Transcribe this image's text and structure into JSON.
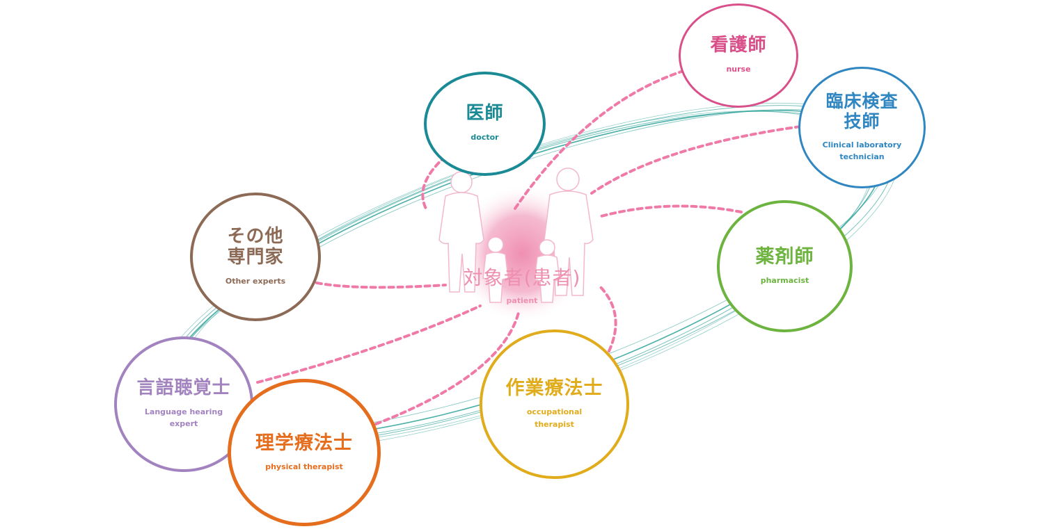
{
  "patient": {
    "ja": "対象者(患者)",
    "en": "patient",
    "color": "#ee8fb0"
  },
  "roles": {
    "doctor": {
      "ja": "医師",
      "en": "doctor",
      "color": "#1a8a95"
    },
    "nurse": {
      "ja": "看護師",
      "en": "nurse",
      "color": "#d94f8a"
    },
    "lab": {
      "ja": "臨床検査\n技師",
      "en": "Clinical laboratory\ntechnician",
      "color": "#2f86c1"
    },
    "pharmacist": {
      "ja": "薬剤師",
      "en": "pharmacist",
      "color": "#6db33f"
    },
    "ot": {
      "ja": "作業療法士",
      "en": "occupational\ntherapist",
      "color": "#e0ac1c"
    },
    "pt": {
      "ja": "理学療法士",
      "en": "physical therapist",
      "color": "#e56d1e"
    },
    "st": {
      "ja": "言語聴覚士",
      "en": "Language hearing\nexpert",
      "color": "#a283c0"
    },
    "other": {
      "ja": "その他\n専門家",
      "en": "Other experts",
      "color": "#8c6a55"
    }
  },
  "colors": {
    "orbit": "#3aa79f",
    "connector": "#f07aa7",
    "halo": "#ef8fb1"
  }
}
